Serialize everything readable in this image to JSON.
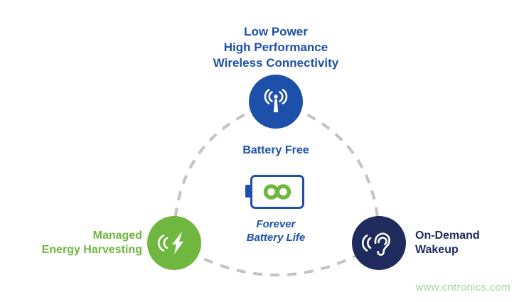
{
  "nodes": {
    "wireless": {
      "title_lines": [
        "Low Power",
        "High Performance",
        "Wireless Connectivity"
      ],
      "color": "#1d50a8",
      "icon": "broadcast-antenna-icon"
    },
    "energy_harvesting": {
      "label_lines": [
        "Managed",
        "Energy Harvesting"
      ],
      "color": "#6fb73f",
      "icon": "wireless-power-bolt-icon"
    },
    "wakeup": {
      "label_lines": [
        "On-Demand",
        "Wakeup"
      ],
      "color": "#1e2b5c",
      "icon": "listening-ear-icon"
    }
  },
  "center": {
    "battery_free_label": "Battery Free",
    "forever_lines": [
      "Forever",
      "Battery Life"
    ],
    "battery_icon": "battery-icon",
    "infinity_icon": "infinity-icon",
    "battery_outline_color": "#1d50a8",
    "infinity_color": "#6fb73f"
  },
  "connector": {
    "style": "dashed",
    "color": "#c3c3c3"
  },
  "watermark": {
    "text": "www.cntronics.com",
    "color": "#a3d5a0"
  }
}
